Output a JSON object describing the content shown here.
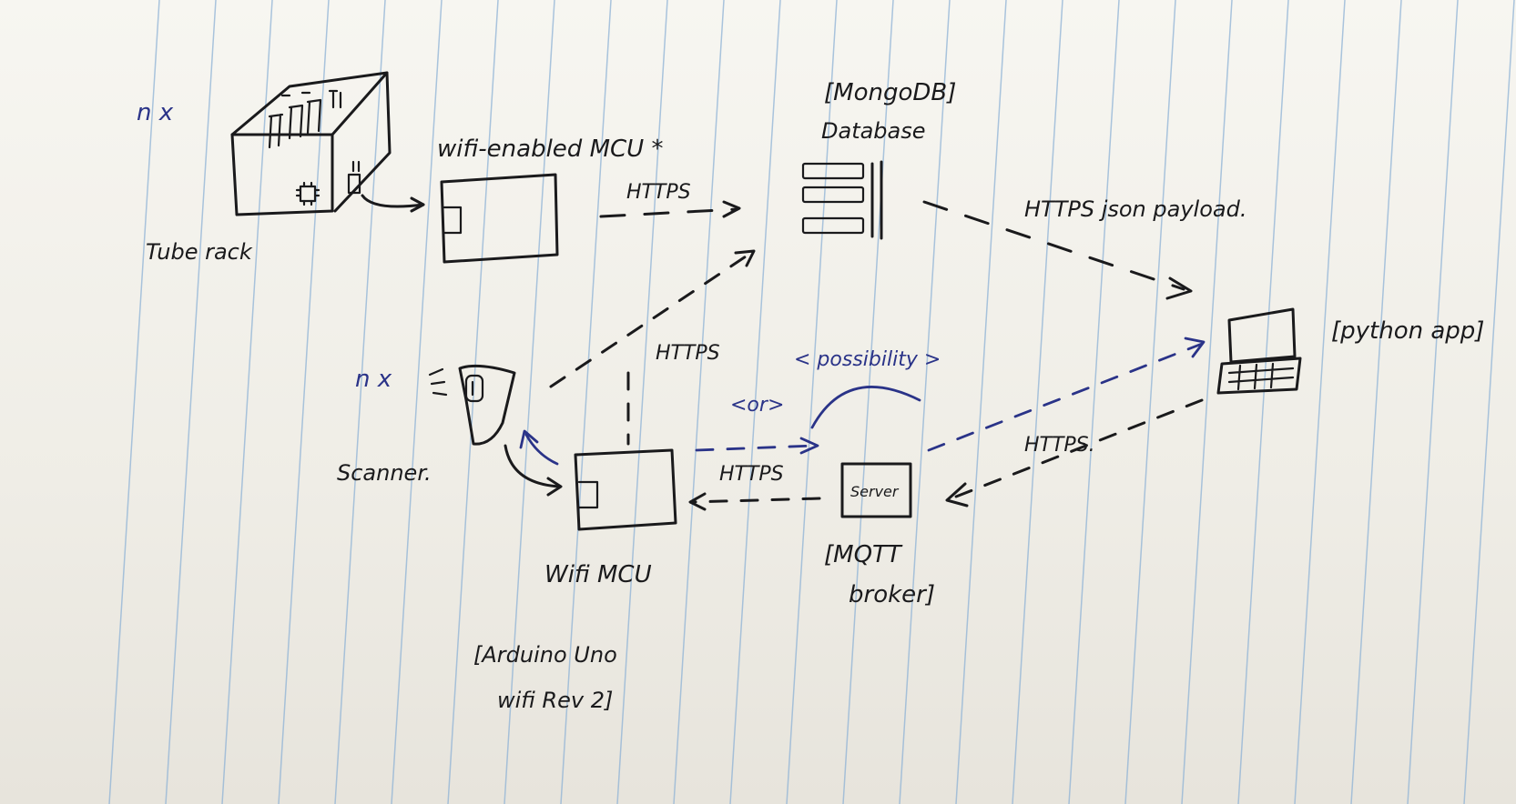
{
  "nodes": {
    "tube_rack": {
      "label": "Tube rack",
      "count_note": "n x"
    },
    "mcu_top": {
      "label": "wifi-enabled MCU *"
    },
    "database": {
      "label": "Database",
      "tech": "[MongoDB]"
    },
    "python_app": {
      "label": "[python app]"
    },
    "scanner": {
      "label": "Scanner.",
      "count_note": "n x"
    },
    "mcu_bottom": {
      "label": "Wifi MCU",
      "tech_line1": "[Arduino Uno",
      "tech_line2": "wifi Rev 2]"
    },
    "server": {
      "label": "Server",
      "tech_line1": "[MQTT",
      "tech_line2": "broker]"
    }
  },
  "edges": {
    "mcu_to_db": "HTTPS",
    "db_to_app": "HTTPS json payload.",
    "mcu_bottom_to_db": "HTTPS",
    "possibility": "< possibility >",
    "or": "<or>",
    "server_to_mcu": "HTTPS",
    "app_to_server": "HTTPS."
  },
  "colors": {
    "ink": "#1a1a1c",
    "blue_ink": "#2a3388",
    "rule_lines": "#8fb3d6",
    "paper": "#f3f1ec"
  }
}
